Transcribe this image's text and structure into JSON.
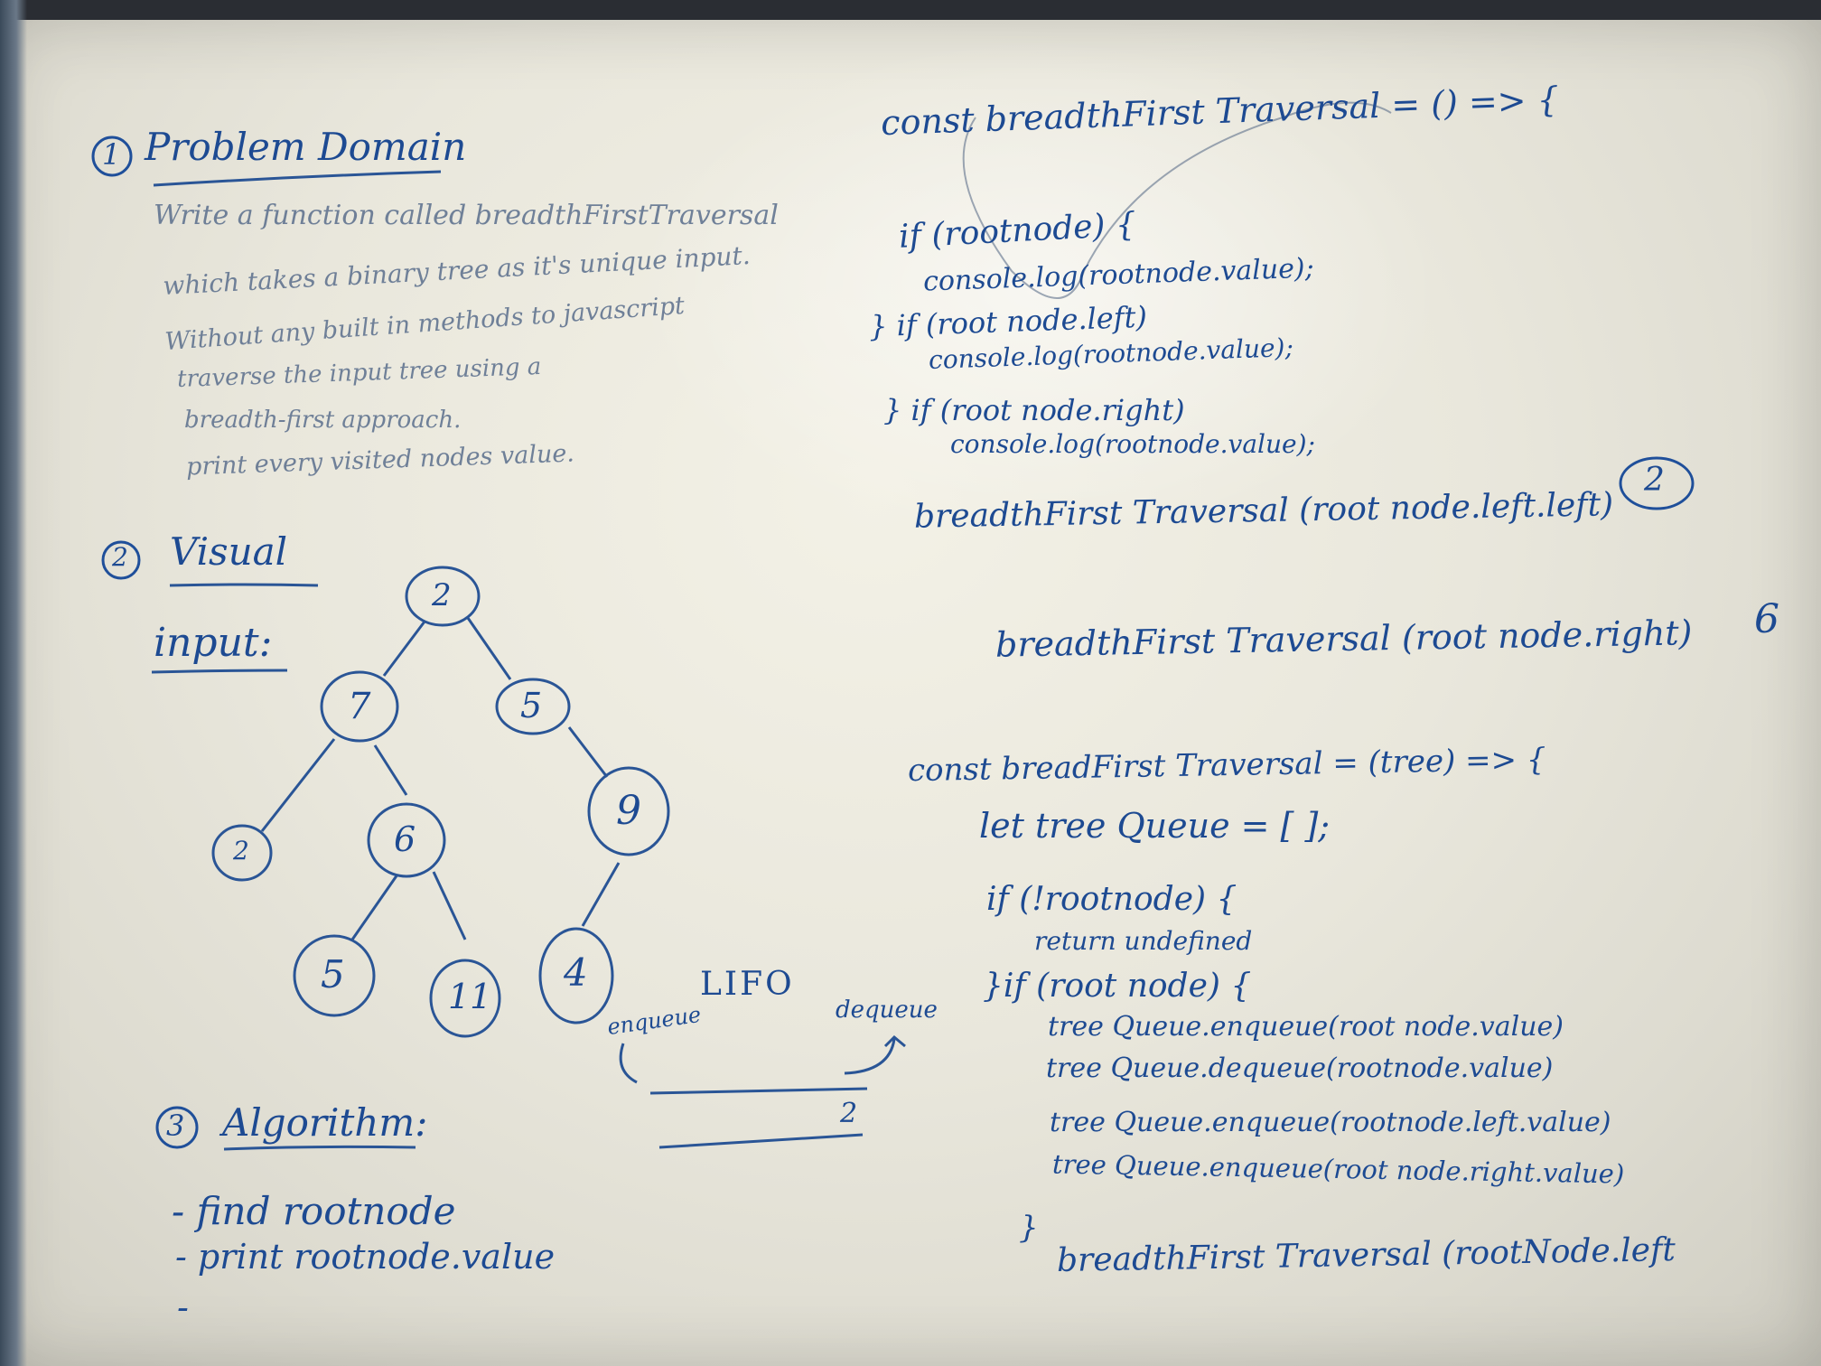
{
  "problem": {
    "number": "1",
    "heading": "Problem Domain",
    "lines": [
      "Write a function called breadthFirstTraversal",
      "which takes a binary tree as it's unique input.",
      "Without any built in methods to javascript",
      "traverse the input tree using a",
      "breadth-first approach.",
      "print every visited nodes value."
    ]
  },
  "visual": {
    "number": "2",
    "heading": "Visual",
    "input_label": "input:",
    "nodes": [
      "2",
      "7",
      "5",
      "2",
      "6",
      "9",
      "5",
      "11",
      "4"
    ]
  },
  "queue": {
    "title": "LIFO",
    "enqueue": "enqueue",
    "dequeue": "dequeue",
    "value": "2"
  },
  "algorithm": {
    "number": "3",
    "heading": "Algorithm:",
    "steps": [
      "- find rootnode",
      "- print rootnode.value",
      "-"
    ]
  },
  "code1": [
    "const breadthFirst Traversal = () => {",
    "if (rootnode) {",
    "console.log(rootnode.value);",
    "} if (root node.left)",
    "console.log(rootnode.value);",
    "} if (root node.right)",
    "console.log(rootnode.value);",
    "breadthFirst Traversal (root node.left.left)",
    "breadthFirst Traversal (root node.right)"
  ],
  "code1_marks": [
    "2",
    "6"
  ],
  "code2": [
    "const breadFirst Traversal = (tree) => {",
    "let tree Queue = [ ];",
    "if (!rootnode) {",
    "return undefined",
    "}if (root node) {",
    "tree Queue.enqueue(root node.value)",
    "tree Queue.dequeue(rootnode.value)",
    "tree Queue.enqueue(rootnode.left.value)",
    "tree Queue.enqueue(root node.right.value)",
    "}",
    "breadthFirst Traversal (rootNode.left"
  ],
  "colors": {
    "ink": "#1f4f9a",
    "board": "#ebe9de"
  }
}
